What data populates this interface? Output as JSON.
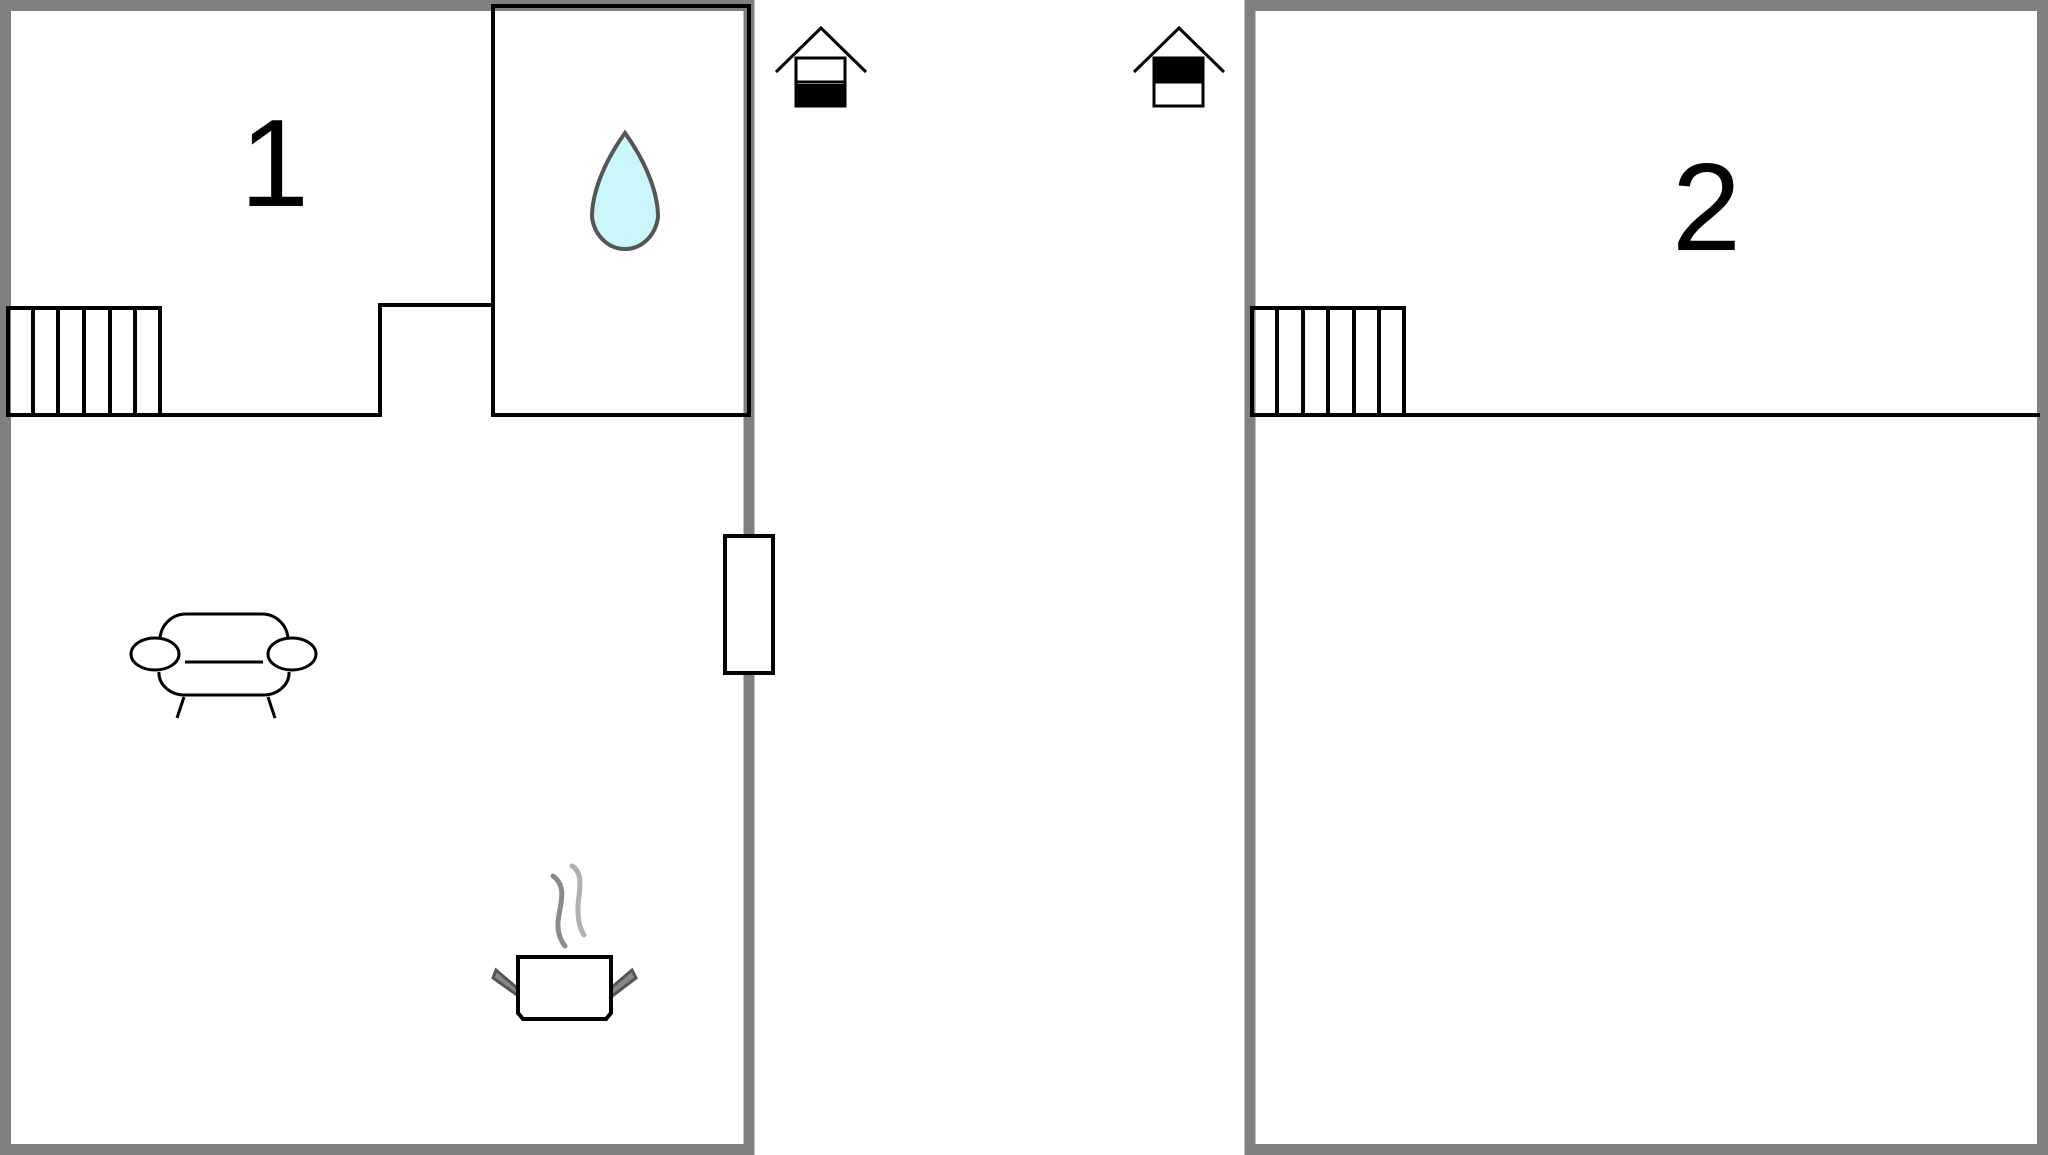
{
  "floors": [
    {
      "number": "1",
      "rooms": [
        "bathroom",
        "living-room",
        "kitchen"
      ],
      "features": [
        "stairs",
        "door-to-outside"
      ]
    },
    {
      "number": "2",
      "rooms": [],
      "features": [
        "stairs"
      ]
    }
  ],
  "entrances": [
    {
      "icon": "entrance-upper-floor-icon"
    },
    {
      "icon": "entrance-lower-floor-icon"
    }
  ],
  "icons": {
    "bathroom": "water-drop-icon",
    "living_room": "sofa-icon",
    "kitchen": "cooking-pot-icon",
    "stairs": "stairs-icon",
    "door": "door-icon"
  },
  "colors": {
    "outer_wall": "#808080",
    "inner_wall": "#000000",
    "water_drop_fill": "#ccf7fa",
    "steam": "#8a8a8a",
    "background": "#ffffff"
  }
}
